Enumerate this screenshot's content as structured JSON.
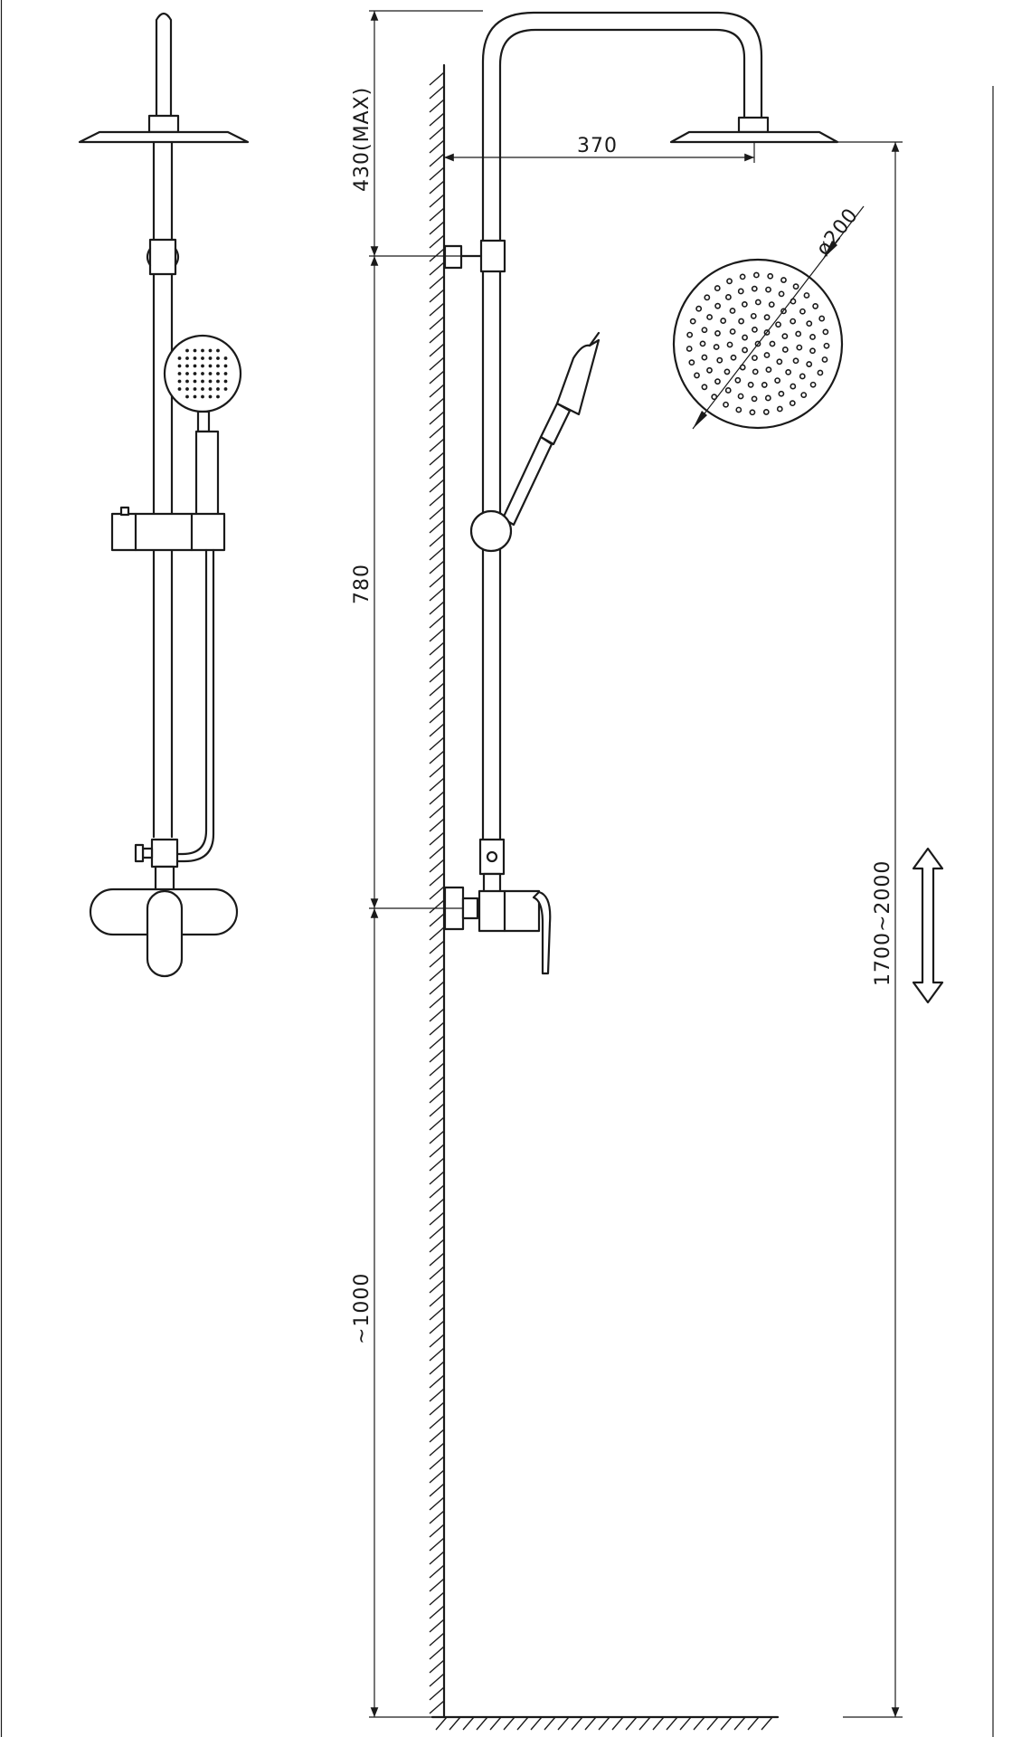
{
  "dimensions": {
    "top_height": "430(MAX)",
    "arm_length": "370",
    "head_diameter": "ø200",
    "column_height": "780",
    "inlet_height": "~1000",
    "adjust_range": "1700~2000"
  }
}
